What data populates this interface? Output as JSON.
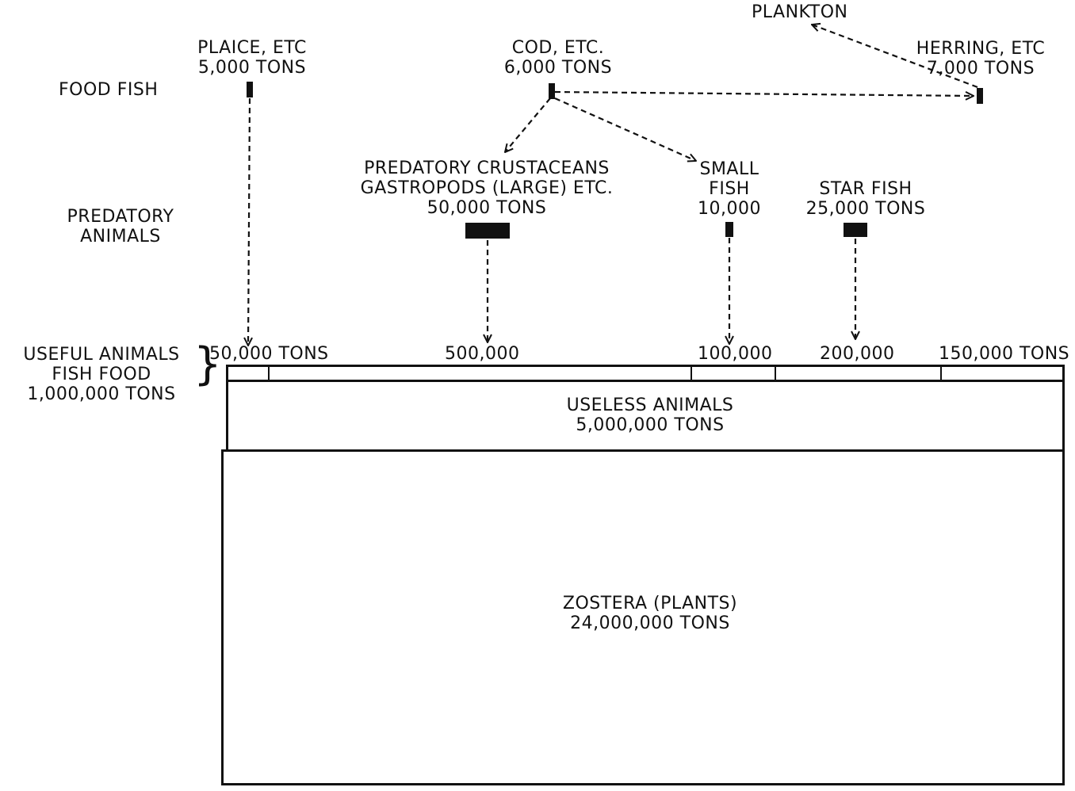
{
  "levels": {
    "food_fish": "FOOD FISH",
    "predatory": [
      "PREDATORY",
      "ANIMALS"
    ],
    "useful": [
      "USEFUL ANIMALS",
      "FISH FOOD",
      "1,000,000 TONS"
    ]
  },
  "food_fish": [
    {
      "lines": [
        "PLAICE, ETC",
        "5,000 TONS"
      ]
    },
    {
      "lines": [
        "COD, ETC.",
        "6,000 TONS"
      ]
    },
    {
      "lines": [
        "HERRING, ETC",
        "7,000 TONS"
      ]
    }
  ],
  "plankton": "PLANKTON",
  "predators": [
    {
      "lines": [
        "PREDATORY  CRUSTACEANS",
        "GASTROPODS (LARGE) ETC.",
        "50,000 TONS"
      ]
    },
    {
      "lines": [
        "SMALL",
        "FISH",
        "10,000"
      ]
    },
    {
      "lines": [
        "STAR FISH",
        "25,000 TONS"
      ]
    }
  ],
  "useful_values": [
    "50,000 TONS",
    "500,000",
    "100,000",
    "200,000",
    "150,000 TONS"
  ],
  "useless": [
    "USELESS ANIMALS",
    "5,000,000 TONS"
  ],
  "zostera": [
    "ZOSTERA (PLANTS)",
    "24,000,000 TONS"
  ],
  "colors": {
    "ink": "#111111",
    "paper": "#ffffff"
  }
}
